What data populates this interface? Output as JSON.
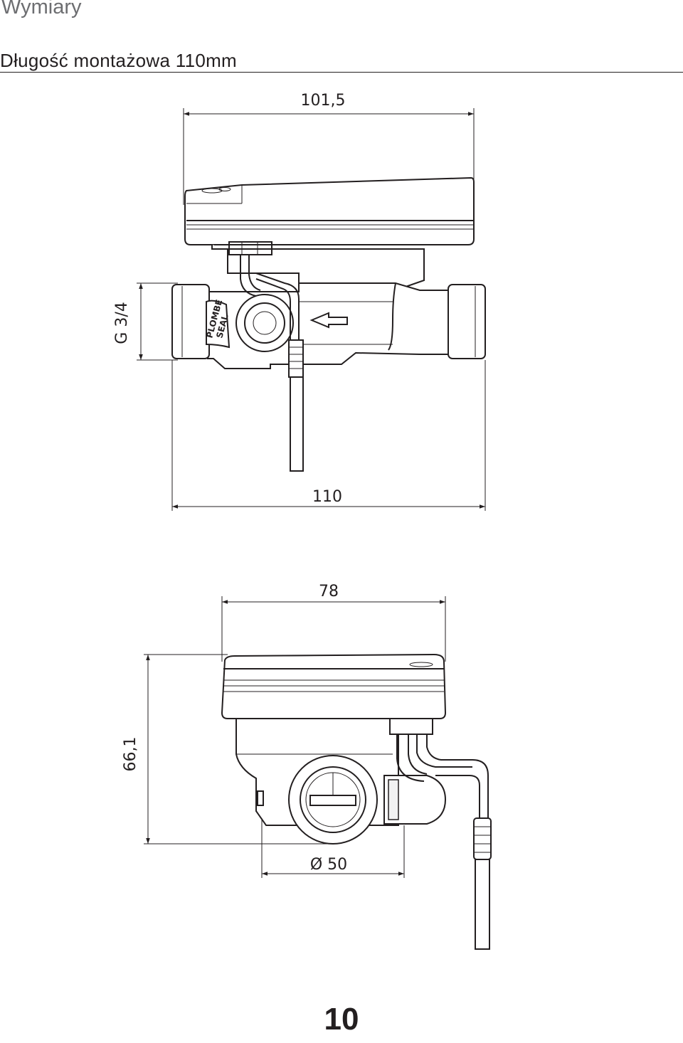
{
  "header": {
    "section_title": "Wymiary",
    "subtitle": "Długość montażowa 110mm"
  },
  "dimensions": {
    "top_width": "101,5",
    "thread": "G 3/4",
    "install_length": "110",
    "bottom_width": "78",
    "height": "66,1",
    "diameter": "Ø 50"
  },
  "labels": {
    "seal_line1": "PLOMBE",
    "seal_line2": "SEAL"
  },
  "footer": {
    "page_number": "10"
  }
}
